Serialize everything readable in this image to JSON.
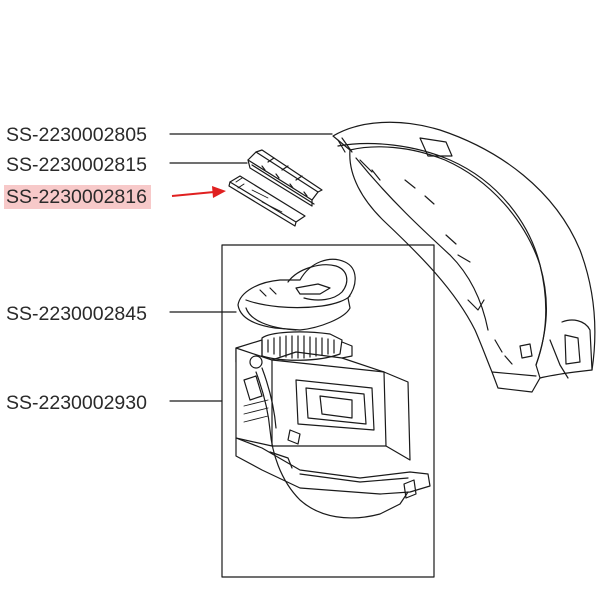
{
  "parts": [
    {
      "id": "p2805",
      "code": "SS-2230002805"
    },
    {
      "id": "p2815",
      "code": "SS-2230002815"
    },
    {
      "id": "p2816",
      "code": "SS-2230002816",
      "highlighted": true
    },
    {
      "id": "p2845",
      "code": "SS-2230002845"
    },
    {
      "id": "p2930",
      "code": "SS-2230002930"
    }
  ],
  "colors": {
    "highlight_bg": "#f7c9c9",
    "arrow": "#e02020",
    "line": "#1a1a1a"
  }
}
